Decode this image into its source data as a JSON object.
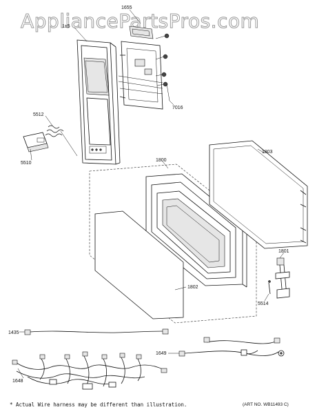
{
  "watermark": "AppliancePartsPros.com",
  "parts": [
    {
      "id": "1655",
      "label": "1655"
    },
    {
      "id": "1xx5",
      "label": "1±5"
    },
    {
      "id": "7016",
      "label": "7016"
    },
    {
      "id": "5512",
      "label": "5512"
    },
    {
      "id": "5510",
      "label": "5510"
    },
    {
      "id": "1800",
      "label": "1800"
    },
    {
      "id": "1803",
      "label": "1803"
    },
    {
      "id": "1801",
      "label": "1801"
    },
    {
      "id": "5514",
      "label": "5514"
    },
    {
      "id": "1802",
      "label": "1802"
    },
    {
      "id": "1435",
      "label": "1435"
    },
    {
      "id": "1649",
      "label": "1649"
    },
    {
      "id": "1648",
      "label": "1648"
    }
  ],
  "footnote": "* Actual Wire harness may be different than illustration.",
  "art_number": "(ART NO. WB11493 C)"
}
